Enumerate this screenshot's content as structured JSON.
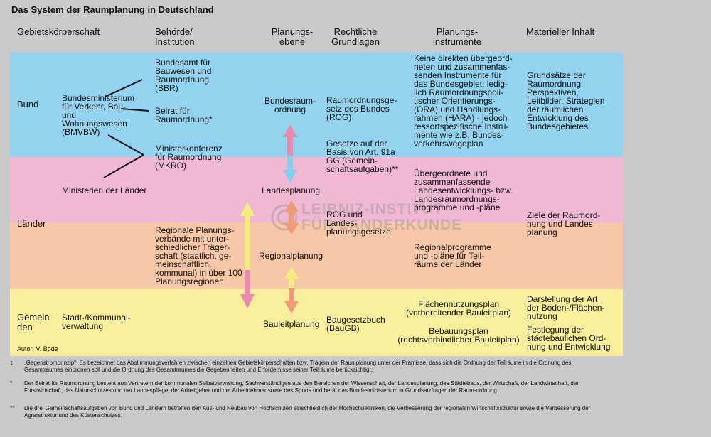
{
  "title": "Das System der Raumplanung in Deutschland",
  "headers": {
    "col1": "Gebietskörperschaft",
    "col2": [
      "Behörde/",
      "Institution"
    ],
    "col3": [
      "Planungs-",
      "ebene"
    ],
    "col4": [
      "Rechtliche",
      "Grundlagen"
    ],
    "col5": [
      "Planungs-",
      "instrumente"
    ],
    "col6": "Materieller Inhalt"
  },
  "colors": {
    "bund": "#93d3ef",
    "laender_pink": "#f0b8d2",
    "laender_orange": "#f8c7a8",
    "gemeinden": "#f8ee9c",
    "arrow_pink": "#ea8aae",
    "arrow_blue": "#88ccec",
    "arrow_yellow": "#f5ec80",
    "arrow_orange": "#f09a78"
  },
  "levels": {
    "bund": "Bund",
    "laender": "Länder",
    "gemeinden": [
      "Gemein-",
      "den"
    ]
  },
  "authorities": {
    "ministry_bund": [
      "Bundesministerium",
      "für Verkehr, Bau-",
      "und",
      "Wohnungswesen",
      "(BMVBW)"
    ],
    "bbr": [
      "Bundesamt für",
      "Bauwesen und",
      "Raumordnung",
      "(BBR)"
    ],
    "beirat": [
      "Beirat für",
      "Raumordnung*"
    ],
    "mkro": [
      "Ministerkonferenz",
      "für Raumordnung",
      "(MKRO)"
    ],
    "ministerien_laender": "Ministerien der Länder",
    "regional": [
      "Regionale  Planungs-",
      "verbände mit unter-",
      "schiedlicher Träger-",
      "schaft (staatlich, ge-",
      "meinschaftlich,",
      "kommunal) in über 100",
      "Planungsregionen"
    ],
    "kommunal": [
      "Stadt-/Kommunal-",
      "verwaltung"
    ]
  },
  "planning_levels": {
    "bundesraum": [
      "Bundesraum-",
      "ordnung"
    ],
    "landes": "Landesplanung",
    "regional": "Regionalplanung",
    "bauleit": "Bauleitplanung"
  },
  "legal": {
    "rog_bund": [
      "Raumordnungsge-",
      "setz des Bundes",
      "(ROG)"
    ],
    "art91a": [
      "Gesetze auf der",
      "Basis von Art. 91a",
      "GG (Gemein-",
      "schaftsaufgaben)**"
    ],
    "rog_laender": [
      "ROG und",
      "Landes-",
      "planungsgesetze"
    ],
    "baugb": [
      "Baugesetzbuch",
      "(BauGB)"
    ]
  },
  "instruments": {
    "bund": [
      "Keine direkten übergeord-",
      "neten und zusammenfas-",
      "senden Instrumente für",
      "das Bundesgebiet; ledig-",
      "lich Raumordnungspoli-",
      "tischer Orientierungs-",
      "(ORA) und Handlungs-",
      "rahmen (HARA) - jedoch",
      "ressortspezifische Instru-",
      "mente wie z.B. Bundes-",
      "verkehrswegeplan"
    ],
    "landes": [
      "Übergeordnete und",
      "zusammenfassende",
      "Landesentwicklungs- bzw.",
      "Landesraumordnungs-",
      "programme und -pläne"
    ],
    "regional": [
      "Regionalprogramme",
      "und -pläne für Teil-",
      "räume der Länder"
    ],
    "fnp": [
      "Flächennutzungsplan",
      "(vorbereitender Bauleitplan)"
    ],
    "bplan": [
      "Bebauungsplan",
      "(rechtsverbindlicher Bauleitplan)"
    ]
  },
  "content": {
    "bund": [
      "Grundsätze der",
      "Raumordnung,",
      "Perspektiven,",
      "Leitbilder, Strategien",
      "der räumlichen",
      "Entwicklung des",
      "Bundesgebietes"
    ],
    "laender": [
      "Ziele der Raumord-",
      "nung und Landes",
      "planung"
    ],
    "gemeinden_art": [
      "Darstellung der Art",
      "der Boden-/Flächen-",
      "nutzung"
    ],
    "gemeinden_fest": [
      "Festlegung der",
      "städtebaulichen Ord-",
      "nung und Entwicklung"
    ]
  },
  "author": "Autor: V. Bode",
  "watermark": [
    "LEIBNIZ-INSTITUT",
    "FÜR LÄNDERKUNDE"
  ],
  "notes": [
    {
      "mark": "↕",
      "text": "„Gegenstromprinzip\": Es bezeichnet das Abstimmungsverfahren zwischen einzelnen Gebietskörperschaften bzw. Trägern der Raumplanung unter der Prämisse, dass sich die Ordnung der Teilräume in die Ordnung des Gesamtraumes einordnen soll und die Ordnung des Gesamtraumes die Gegebenheiten und Erfordernisse seiner Teilräume berücksichtigt."
    },
    {
      "mark": "*",
      "text": "Der Beirat für Raumordnung besteht aus Vertretern der kommunalen Selbstverwaltung, Sachverständigen aus den Bereichen der Wissenschaft, der Landesplanung, des Städtebaus, der Wirtschaft, der Landwirtschaft, der Forstwirtschaft, des Naturschutzes und der Landespflege, der Arbeitgeber und der Arbeitnehmer sowie des Sports und berät das Bundesministerium in Grundsatzfragen der Raum-ordnung."
    },
    {
      "mark": "**",
      "text": "Die drei Gemeinschaftsaufgaben von Bund und Ländern betreffen den Aus- und Neubau von Hochschulen einschließlich der Hochschulkliniken, die Verbesserung der regionalen Wirtschaftsstruktur sowie die Verbesserung der Agrarstruktur und des Küstenschutzes."
    }
  ]
}
